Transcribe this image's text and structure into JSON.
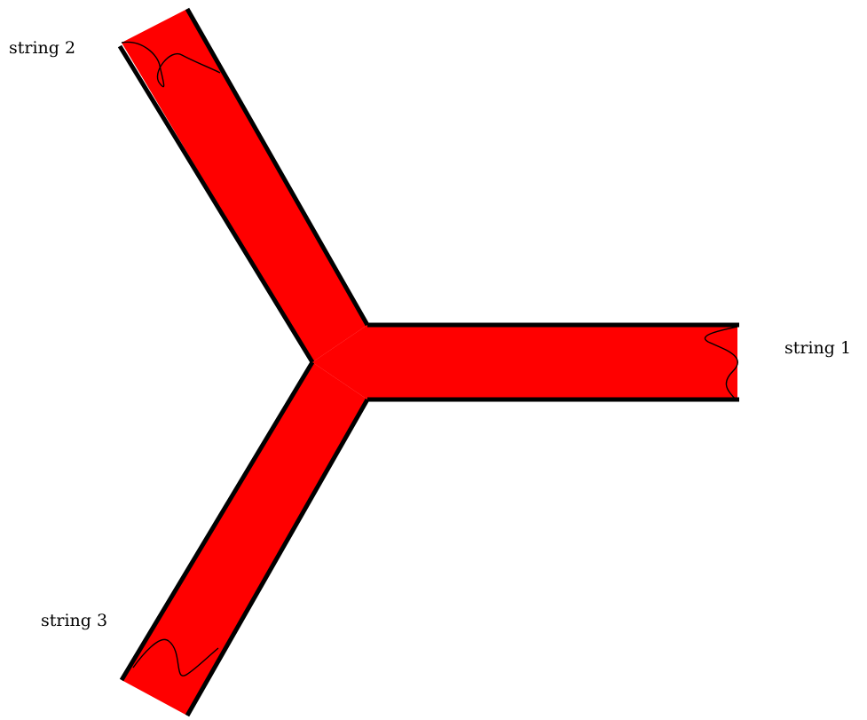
{
  "colors": {
    "fill": "#ff0000",
    "edge": "#000000",
    "background": "#ffffff"
  },
  "labels": {
    "string1": "string 1",
    "string2": "string 2",
    "string3": "string 3"
  }
}
